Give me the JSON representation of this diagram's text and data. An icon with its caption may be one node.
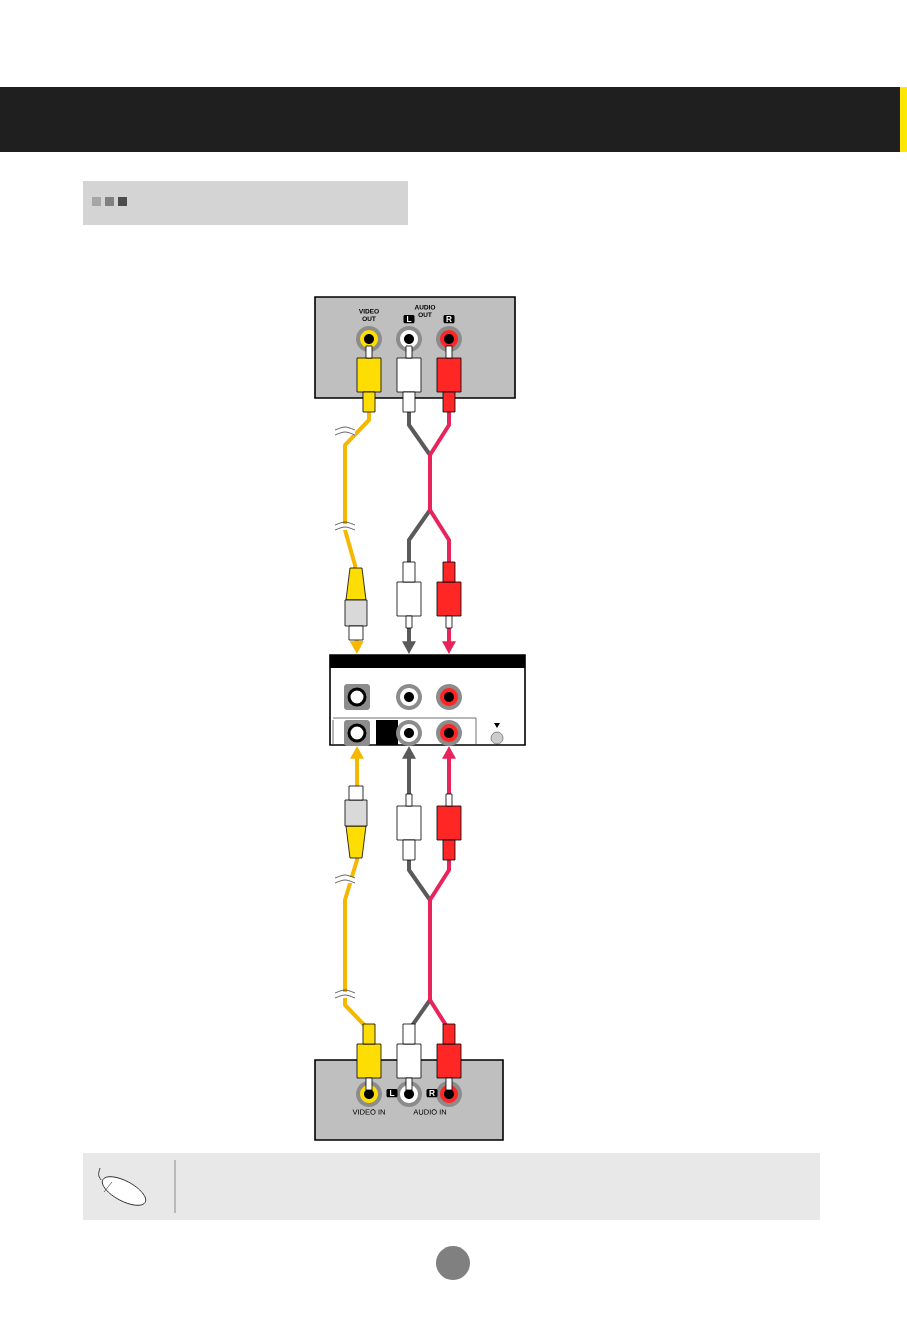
{
  "diagram": {
    "nodes": [
      {
        "text": [
          "VIDEO OUT",
          "AUDIO OUT",
          "L",
          "R"
        ]
      },
      {
        "text": [],
        "shape": "box"
      },
      {
        "text": [
          "VIDEO IN",
          "AUDIO IN",
          "L",
          "R"
        ]
      }
    ],
    "edges": [
      {
        "from": 0,
        "to": 1,
        "arrow": "to",
        "color": "#f5b800"
      },
      {
        "from": 0,
        "to": 1,
        "arrow": "to",
        "color": "#5a5a5a"
      },
      {
        "from": 0,
        "to": 1,
        "arrow": "to",
        "color": "#e8245c"
      },
      {
        "from": 2,
        "to": 1,
        "arrow": "to",
        "color": "#f5b800"
      },
      {
        "from": 2,
        "to": 1,
        "arrow": "to",
        "color": "#5a5a5a"
      },
      {
        "from": 2,
        "to": 1,
        "arrow": "to",
        "color": "#e8245c"
      }
    ]
  }
}
